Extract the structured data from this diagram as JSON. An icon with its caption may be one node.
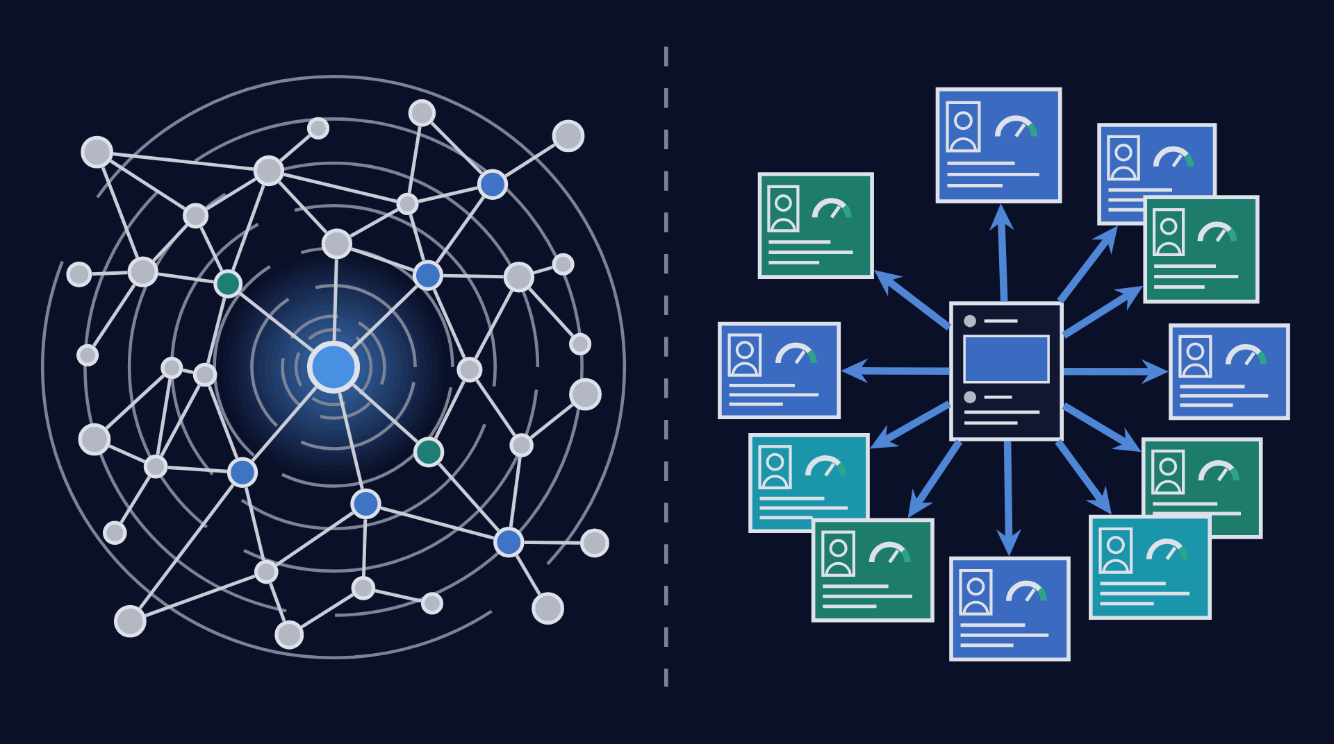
{
  "diagram": {
    "nodes": [
      {
        "text": [],
        "shape": "circle"
      },
      {
        "text": [],
        "shape": "circle"
      },
      {
        "text": [],
        "shape": "circle"
      },
      {
        "text": [],
        "shape": "circle"
      },
      {
        "text": [],
        "shape": "circle"
      },
      {
        "text": [],
        "shape": "circle"
      },
      {
        "text": [],
        "shape": "circle"
      },
      {
        "text": [],
        "shape": "circle"
      },
      {
        "text": [],
        "shape": "circle"
      },
      {
        "text": [],
        "shape": "circle"
      },
      {
        "text": [],
        "shape": "circle"
      },
      {
        "text": [],
        "shape": "circle"
      },
      {
        "text": [],
        "shape": "circle"
      },
      {
        "text": [],
        "shape": "circle"
      },
      {
        "text": [],
        "shape": "circle"
      },
      {
        "text": [],
        "shape": "circle"
      },
      {
        "text": [],
        "shape": "circle"
      },
      {
        "text": [],
        "shape": "circle"
      },
      {
        "text": [],
        "shape": "circle"
      },
      {
        "text": [],
        "shape": "circle"
      },
      {
        "text": [],
        "shape": "circle"
      },
      {
        "text": [],
        "shape": "circle"
      },
      {
        "text": [],
        "shape": "circle"
      },
      {
        "text": [],
        "shape": "circle"
      },
      {
        "text": [],
        "shape": "circle"
      },
      {
        "text": [],
        "shape": "circle"
      },
      {
        "text": [],
        "shape": "circle"
      },
      {
        "text": [],
        "shape": "circle"
      },
      {
        "text": [],
        "shape": "circle"
      },
      {
        "text": [],
        "shape": "circle"
      },
      {
        "text": [],
        "shape": "circle"
      },
      {
        "text": [],
        "shape": "circle"
      },
      {
        "text": [],
        "shape": "circle"
      },
      {
        "text": [],
        "shape": "circle"
      },
      {
        "text": [],
        "shape": "circle"
      },
      {
        "text": [],
        "shape": "circle"
      },
      {
        "text": [],
        "shape": "circle"
      },
      {
        "text": [],
        "shape": "box"
      },
      {
        "text": [],
        "shape": "box"
      },
      {
        "text": [],
        "shape": "box"
      },
      {
        "text": [],
        "shape": "box"
      },
      {
        "text": [],
        "shape": "box"
      },
      {
        "text": [],
        "shape": "box"
      },
      {
        "text": [],
        "shape": "box"
      },
      {
        "text": [],
        "shape": "box"
      },
      {
        "text": [],
        "shape": "box"
      },
      {
        "text": [],
        "shape": "box"
      },
      {
        "text": [],
        "shape": "box"
      },
      {
        "text": [],
        "shape": "box"
      }
    ],
    "edges": [
      {
        "from": 1,
        "to": 3,
        "arrow": "none"
      },
      {
        "from": 1,
        "to": 8,
        "arrow": "none"
      },
      {
        "from": 1,
        "to": 11,
        "arrow": "none"
      },
      {
        "from": 2,
        "to": 3,
        "arrow": "none"
      },
      {
        "from": 3,
        "to": 8,
        "arrow": "none"
      },
      {
        "from": 3,
        "to": 12,
        "arrow": "none"
      },
      {
        "from": 3,
        "to": 9,
        "arrow": "none"
      },
      {
        "from": 3,
        "to": 7,
        "arrow": "none"
      },
      {
        "from": 8,
        "to": 11,
        "arrow": "none"
      },
      {
        "from": 8,
        "to": 12,
        "arrow": "none"
      },
      {
        "from": 11,
        "to": 10,
        "arrow": "none"
      },
      {
        "from": 11,
        "to": 12,
        "arrow": "none"
      },
      {
        "from": 11,
        "to": 16,
        "arrow": "none"
      },
      {
        "from": 4,
        "to": 7,
        "arrow": "none"
      },
      {
        "from": 4,
        "to": 6,
        "arrow": "none"
      },
      {
        "from": 5,
        "to": 6,
        "arrow": "none"
      },
      {
        "from": 6,
        "to": 7,
        "arrow": "none"
      },
      {
        "from": 6,
        "to": 13,
        "arrow": "none"
      },
      {
        "from": 7,
        "to": 9,
        "arrow": "none"
      },
      {
        "from": 7,
        "to": 13,
        "arrow": "none"
      },
      {
        "from": 9,
        "to": 0,
        "arrow": "none"
      },
      {
        "from": 9,
        "to": 13,
        "arrow": "none"
      },
      {
        "from": 12,
        "to": 0,
        "arrow": "none"
      },
      {
        "from": 12,
        "to": 18,
        "arrow": "none"
      },
      {
        "from": 13,
        "to": 0,
        "arrow": "none"
      },
      {
        "from": 13,
        "to": 14,
        "arrow": "none"
      },
      {
        "from": 13,
        "to": 19,
        "arrow": "none"
      },
      {
        "from": 14,
        "to": 15,
        "arrow": "none"
      },
      {
        "from": 14,
        "to": 20,
        "arrow": "none"
      },
      {
        "from": 14,
        "to": 19,
        "arrow": "none"
      },
      {
        "from": 19,
        "to": 25,
        "arrow": "none"
      },
      {
        "from": 19,
        "to": 26,
        "arrow": "none"
      },
      {
        "from": 21,
        "to": 26,
        "arrow": "none"
      },
      {
        "from": 17,
        "to": 18,
        "arrow": "none"
      },
      {
        "from": 17,
        "to": 22,
        "arrow": "none"
      },
      {
        "from": 17,
        "to": 23,
        "arrow": "none"
      },
      {
        "from": 18,
        "to": 23,
        "arrow": "none"
      },
      {
        "from": 18,
        "to": 24,
        "arrow": "none"
      },
      {
        "from": 22,
        "to": 23,
        "arrow": "none"
      },
      {
        "from": 23,
        "to": 24,
        "arrow": "none"
      },
      {
        "from": 23,
        "to": 27,
        "arrow": "none"
      },
      {
        "from": 24,
        "to": 0,
        "arrow": "none"
      },
      {
        "from": 24,
        "to": 32,
        "arrow": "none"
      },
      {
        "from": 24,
        "to": 31,
        "arrow": "none"
      },
      {
        "from": 0,
        "to": 25,
        "arrow": "none"
      },
      {
        "from": 0,
        "to": 28,
        "arrow": "none"
      },
      {
        "from": 25,
        "to": 29,
        "arrow": "none"
      },
      {
        "from": 26,
        "to": 29,
        "arrow": "none"
      },
      {
        "from": 28,
        "to": 31,
        "arrow": "none"
      },
      {
        "from": 28,
        "to": 33,
        "arrow": "none"
      },
      {
        "from": 28,
        "to": 29,
        "arrow": "none"
      },
      {
        "from": 29,
        "to": 30,
        "arrow": "none"
      },
      {
        "from": 29,
        "to": 36,
        "arrow": "none"
      },
      {
        "from": 31,
        "to": 32,
        "arrow": "none"
      },
      {
        "from": 31,
        "to": 35,
        "arrow": "none"
      },
      {
        "from": 33,
        "to": 34,
        "arrow": "none"
      },
      {
        "from": 33,
        "to": 35,
        "arrow": "none"
      },
      {
        "from": 37,
        "to": 38,
        "arrow": "to",
        "style": "thick",
        "color": "#4f86d6"
      },
      {
        "from": 37,
        "to": 39,
        "arrow": "to",
        "style": "thick",
        "color": "#4f86d6"
      },
      {
        "from": 37,
        "to": 40,
        "arrow": "to",
        "style": "thick",
        "color": "#4f86d6"
      },
      {
        "from": 37,
        "to": 41,
        "arrow": "to",
        "style": "thick",
        "color": "#4f86d6"
      },
      {
        "from": 37,
        "to": 42,
        "arrow": "to",
        "style": "thick",
        "color": "#4f86d6"
      },
      {
        "from": 37,
        "to": 43,
        "arrow": "to",
        "style": "thick",
        "color": "#4f86d6"
      },
      {
        "from": 37,
        "to": 44,
        "arrow": "to",
        "style": "thick",
        "color": "#4f86d6"
      },
      {
        "from": 37,
        "to": 45,
        "arrow": "to",
        "style": "thick",
        "color": "#4f86d6"
      },
      {
        "from": 37,
        "to": 46,
        "arrow": "to",
        "style": "thick",
        "color": "#4f86d6"
      },
      {
        "from": 37,
        "to": 47,
        "arrow": "to",
        "style": "thick",
        "color": "#4f86d6"
      },
      {
        "from": 37,
        "to": 48,
        "arrow": "to",
        "style": "thick",
        "color": "#4f86d6"
      }
    ]
  }
}
